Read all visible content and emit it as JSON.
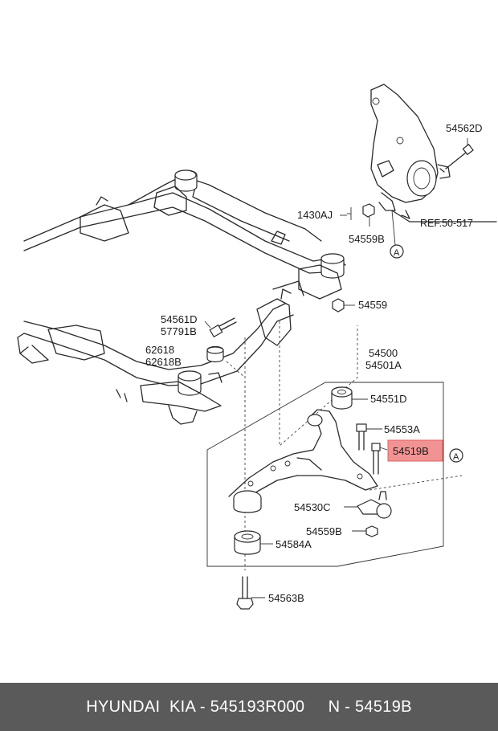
{
  "labels": {
    "p54562D": "54562D",
    "p1430AJ": "1430AJ",
    "p54559B_top": "54559B",
    "ref": "REF.50-517",
    "circleA1": "A",
    "p54559": "54559",
    "p54561D": "54561D",
    "p57791B": "57791B",
    "p62618": "62618",
    "p62618B": "62618B",
    "p54500": "54500",
    "p54501A": "54501A",
    "p54551D": "54551D",
    "p54553A": "54553A",
    "p54519B": "54519B",
    "circleA2": "A",
    "p54530C": "54530C",
    "p54559B_bot": "54559B",
    "p54584A": "54584A",
    "p54563B": "54563B"
  },
  "highlight_color": "#f08080",
  "footer": {
    "text": "HYUNDAI  KIA - 545193R000     N - 54519B"
  }
}
